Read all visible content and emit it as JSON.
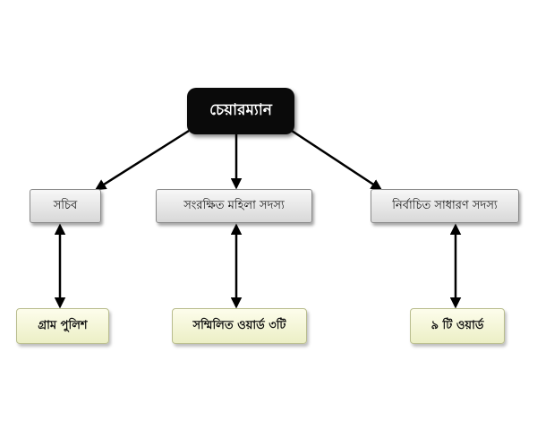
{
  "root": {
    "label": "চেয়ারম্যান"
  },
  "level1": [
    {
      "label": "সচিব"
    },
    {
      "label": "সংরক্ষিত মহিলা সদস্য"
    },
    {
      "label": "নির্বাচিত সাধারণ সদস্য"
    }
  ],
  "level2": [
    {
      "label": "গ্রাম পুলিশ"
    },
    {
      "label": "সম্মিলিত ওয়ার্ড ৩টি"
    },
    {
      "label": "৯ টি ওয়ার্ড"
    }
  ],
  "colors": {
    "root_fill": "#0a0a0a",
    "root_text": "#ffffff",
    "level1_fill": "#e4e4e4",
    "level2_fill": "#f4f5d6",
    "edge": "#000000"
  }
}
